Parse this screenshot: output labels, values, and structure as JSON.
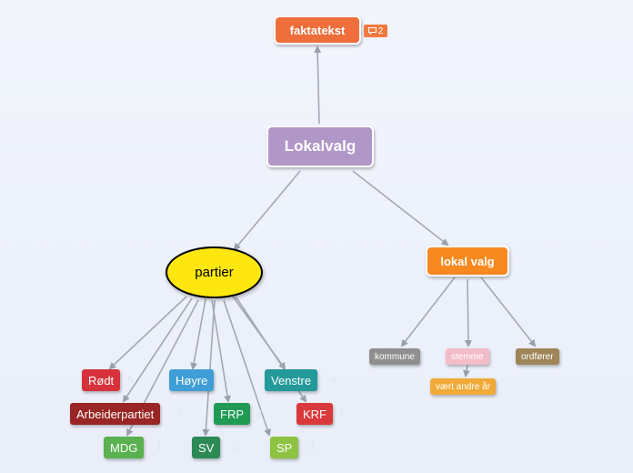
{
  "nodes": {
    "faktatekst": {
      "label": "faktatekst",
      "comment_count": "2",
      "color": "#ee6f3c"
    },
    "lokalvalg_root": {
      "label": "Lokalvalg",
      "color": "#b196c8"
    },
    "partier": {
      "label": "partier",
      "color": "#fde70f"
    },
    "lokal_valg": {
      "label": "lokal valg",
      "color": "#f7891f"
    }
  },
  "parties": [
    {
      "label": "Rødt",
      "color": "#d7323b"
    },
    {
      "label": "Høyre",
      "color": "#3f9ed6"
    },
    {
      "label": "Venstre",
      "color": "#23999a"
    },
    {
      "label": "Arbeiderpartiet",
      "color": "#9a2525"
    },
    {
      "label": "FRP",
      "color": "#1f9b54"
    },
    {
      "label": "KRF",
      "color": "#d9393b"
    },
    {
      "label": "MDG",
      "color": "#5ab14f"
    },
    {
      "label": "SV",
      "color": "#2c8a55"
    },
    {
      "label": "SP",
      "color": "#8dc341"
    }
  ],
  "lokal_valg_children": [
    {
      "label": "kommune",
      "color": "#8f8f8f"
    },
    {
      "label": "stemme",
      "color": "#f3bcc8"
    },
    {
      "label": "ordfører",
      "color": "#9e8558"
    }
  ],
  "stemme_child": {
    "label": "vært andre år",
    "color": "#f0aa38"
  },
  "ghost_labels": [
    "5",
    "3",
    "4",
    "1",
    "3",
    "1",
    "1",
    "1",
    "1"
  ]
}
